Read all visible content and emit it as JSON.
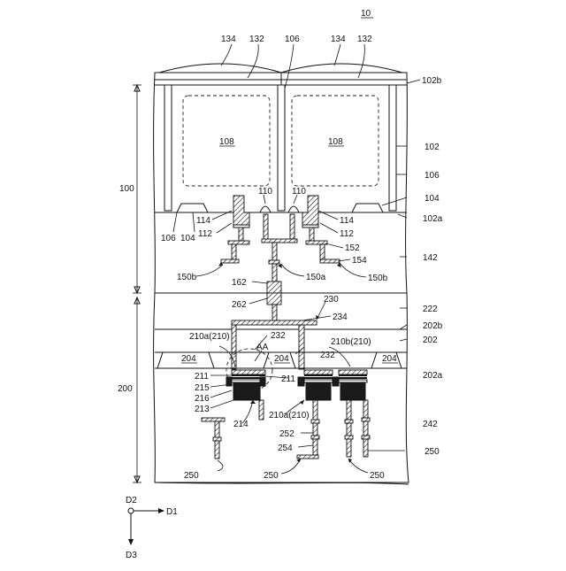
{
  "figure": {
    "number": "10",
    "colors": {
      "line": "#111111",
      "background": "#ffffff"
    },
    "bracket_labels": {
      "upper": "100",
      "lower": "200"
    },
    "axis": {
      "d1": "D1",
      "d2": "D2",
      "d3": "D3"
    },
    "labels": {
      "l134a": "134",
      "l132a": "132",
      "l106top": "106",
      "l134b": "134",
      "l132b": "132",
      "l102b": "102b",
      "l102": "102",
      "l106r": "106",
      "l104r": "104",
      "l102a": "102a",
      "l108a": "108",
      "l108b": "108",
      "l110a": "110",
      "l110b": "110",
      "l114a": "114",
      "l112a": "112",
      "l114b": "114",
      "l112b": "112",
      "l106l": "106",
      "l104l": "104",
      "l152": "152",
      "l154": "154",
      "l142": "142",
      "l150b_l": "150b",
      "l150a": "150a",
      "l150b_r": "150b",
      "l162": "162",
      "l262": "262",
      "l230": "230",
      "l234": "234",
      "l222": "222",
      "l202b": "202b",
      "l210a_top": "210a(210)",
      "l232a": "232",
      "l202": "202",
      "lAA": "AA",
      "l210b": "210b(210)",
      "l204a": "204",
      "l204b": "204",
      "l204c": "204",
      "l232b": "232",
      "l202a": "202a",
      "l211a": "211",
      "l215": "215",
      "l216": "216",
      "l213": "213",
      "l211b": "211",
      "l214": "214",
      "l210a_bot": "210a(210)",
      "l242": "242",
      "l252": "252",
      "l254": "254",
      "l250a": "250",
      "l250b": "250",
      "l250c": "250",
      "l250d": "250"
    }
  }
}
